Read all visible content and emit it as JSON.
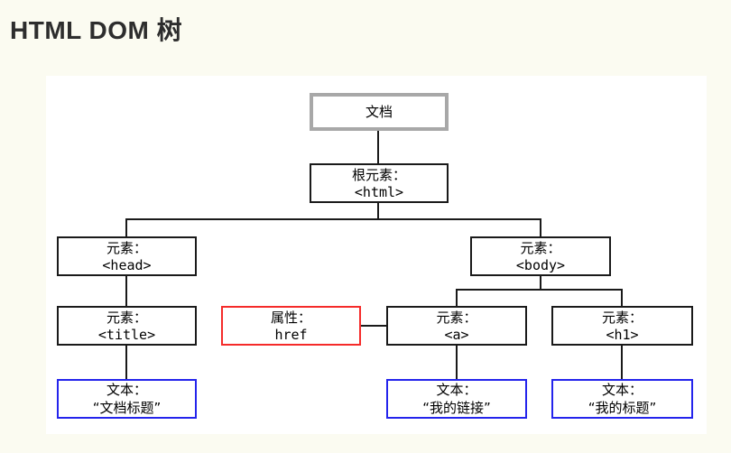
{
  "page": {
    "title": "HTML DOM 树",
    "background_color": "#fbfbf1"
  },
  "diagram": {
    "name": "html-dom-tree",
    "background_color": "#ffffff",
    "colors": {
      "document_border": "#a8a8a8",
      "element_border": "#1a1a1a",
      "attribute_border": "#f52b2a",
      "text_node_border": "#2424ec",
      "connector": "#1a1a1a"
    },
    "nodes": [
      {
        "id": "document",
        "kind": "document",
        "line1": "文档",
        "line2": ""
      },
      {
        "id": "root-element",
        "kind": "element",
        "line1": "根元素：",
        "line2": "<html>"
      },
      {
        "id": "head-element",
        "kind": "element",
        "line1": "元素：",
        "line2": "<head>"
      },
      {
        "id": "body-element",
        "kind": "element",
        "line1": "元素：",
        "line2": "<body>"
      },
      {
        "id": "title-element",
        "kind": "element",
        "line1": "元素：",
        "line2": "<title>"
      },
      {
        "id": "href-attribute",
        "kind": "attribute",
        "line1": "属性：",
        "line2": "href"
      },
      {
        "id": "a-element",
        "kind": "element",
        "line1": "元素：",
        "line2": "<a>"
      },
      {
        "id": "h1-element",
        "kind": "element",
        "line1": "元素：",
        "line2": "<h1>"
      },
      {
        "id": "text-doc-title",
        "kind": "text",
        "line1": "文本：",
        "line2": "“文档标题”"
      },
      {
        "id": "text-my-link",
        "kind": "text",
        "line1": "文本：",
        "line2": "“我的链接”"
      },
      {
        "id": "text-my-heading",
        "kind": "text",
        "line1": "文本：",
        "line2": "“我的标题”"
      }
    ],
    "edges": [
      "document→root-element",
      "root-element→head-element",
      "root-element→body-element",
      "head-element→title-element",
      "title-element→text-doc-title",
      "body-element→a-element",
      "body-element→h1-element",
      "href-attribute—a-element",
      "a-element→text-my-link",
      "h1-element→text-my-heading"
    ]
  }
}
